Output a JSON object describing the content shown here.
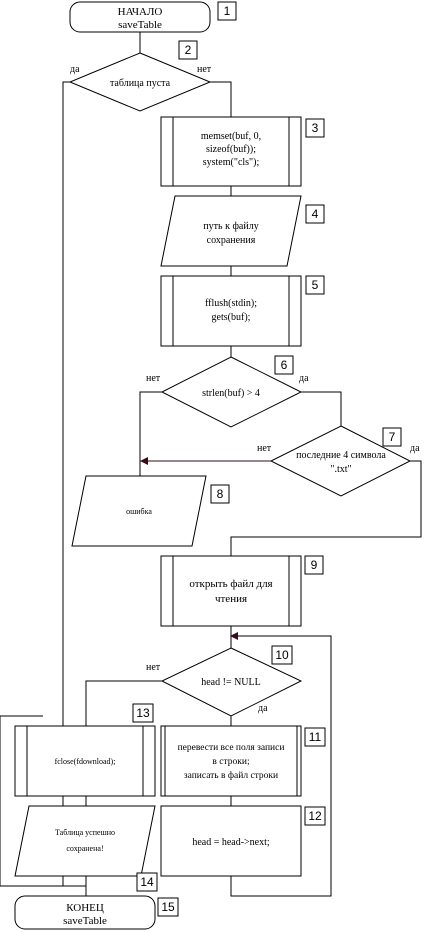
{
  "nodes": [
    {
      "id": "n1",
      "type": "terminal",
      "number": "1",
      "lines": [
        "НАЧАЛО",
        "saveTable"
      ]
    },
    {
      "id": "n2",
      "type": "decision",
      "number": "2",
      "lines": [
        "таблица пуста"
      ]
    },
    {
      "id": "n3",
      "type": "subprocess",
      "number": "3",
      "lines": [
        "memset(buf, 0,",
        "sizeof(buf));",
        "system(\"cls\");"
      ]
    },
    {
      "id": "n4",
      "type": "io",
      "number": "4",
      "lines": [
        "путь к файлу",
        "сохранения"
      ]
    },
    {
      "id": "n5",
      "type": "subprocess",
      "number": "5",
      "lines": [
        "fflush(stdin);",
        "gets(buf);"
      ]
    },
    {
      "id": "n6",
      "type": "decision",
      "number": "6",
      "lines": [
        "strlen(buf) > 4"
      ]
    },
    {
      "id": "n7",
      "type": "decision",
      "number": "7",
      "lines": [
        "последние 4 символа",
        "\".txt\""
      ]
    },
    {
      "id": "n8",
      "type": "io",
      "number": "8",
      "lines": [
        "ошибка"
      ]
    },
    {
      "id": "n9",
      "type": "subprocess",
      "number": "9",
      "lines": [
        "открыть файл для",
        "чтения"
      ]
    },
    {
      "id": "n10",
      "type": "decision",
      "number": "10",
      "lines": [
        "head != NULL"
      ]
    },
    {
      "id": "n11",
      "type": "subprocess",
      "number": "11",
      "lines": [
        "перевести все поля записи",
        "в строки;",
        "записать в файл строки"
      ]
    },
    {
      "id": "n12",
      "type": "process",
      "number": "12",
      "lines": [
        "head = head->next;"
      ]
    },
    {
      "id": "n13",
      "type": "subprocess",
      "number": "13",
      "lines": [
        "fclose(fdownload);"
      ]
    },
    {
      "id": "n14",
      "type": "io",
      "number": "14",
      "lines": [
        "Таблица успешно",
        "сохранена!"
      ]
    },
    {
      "id": "n15",
      "type": "terminal",
      "number": "15",
      "lines": [
        "КОНЕЦ",
        "saveTable"
      ]
    }
  ],
  "edge_labels": {
    "n2_yes": "да",
    "n2_no": "нет",
    "n6_no": "нет",
    "n6_yes": "да",
    "n7_no": "нет",
    "n7_yes": "да",
    "n10_no": "нет",
    "n10_yes": "да"
  }
}
